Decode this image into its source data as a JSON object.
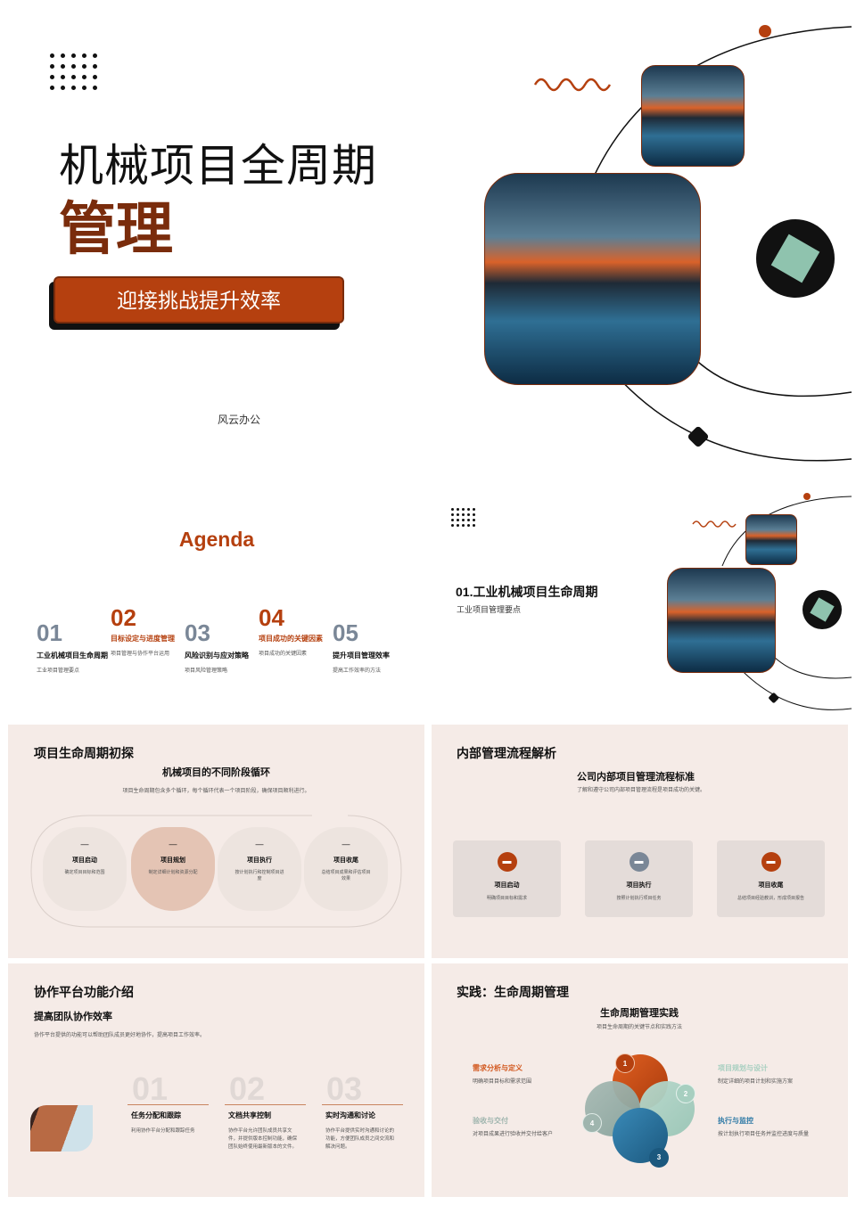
{
  "cover": {
    "title_line1": "机械项目全周期",
    "title_line2": "管理",
    "button": "迎接挑战提升效率",
    "author": "风云办公"
  },
  "agenda": {
    "title": "Agenda",
    "items": [
      {
        "num": "01",
        "title": "工业机械项目生命周期",
        "sub": "工业项目管理要点"
      },
      {
        "num": "02",
        "title": "目标设定与进度管理",
        "sub": "项目管理与协作平台运用"
      },
      {
        "num": "03",
        "title": "风险识别与应对策略",
        "sub": "项目风险管理策略"
      },
      {
        "num": "04",
        "title": "项目成功的关键因素",
        "sub": "项目成功的关键因素"
      },
      {
        "num": "05",
        "title": "提升项目管理效率",
        "sub": "提高工作效率的方法"
      }
    ]
  },
  "section": {
    "title": "01.工业机械项目生命周期",
    "sub": "工业项目管理要点"
  },
  "lifecycle": {
    "title": "项目生命周期初探",
    "heading": "机械项目的不同阶段循环",
    "desc": "项目生命周期包含多个循环，每个循环代表一个项目阶段，确保项目顺利进行。",
    "stages": [
      {
        "title": "项目启动",
        "desc": "确定项目目标和范围"
      },
      {
        "title": "项目规划",
        "desc": "制定详细计划和资源分配"
      },
      {
        "title": "项目执行",
        "desc": "按计划执行和控制项目进度"
      },
      {
        "title": "项目收尾",
        "desc": "总结项目成果和评估项目效果"
      }
    ]
  },
  "process": {
    "title": "内部管理流程解析",
    "heading": "公司内部项目管理流程标准",
    "desc": "了解和遵守公司内部项目管理流程是项目成功的关键。",
    "cards": [
      {
        "title": "项目启动",
        "desc": "明确项目目标和需求",
        "color": "#b5400f"
      },
      {
        "title": "项目执行",
        "desc": "按照计划执行项目任务",
        "color": "#7a8797"
      },
      {
        "title": "项目收尾",
        "desc": "总结项目经验教训，形成项目报告",
        "color": "#b5400f"
      }
    ]
  },
  "collab": {
    "title": "协作平台功能介绍",
    "heading": "提高团队协作效率",
    "desc": "协作平台提供的功能可以帮助团队成员更好地协作，提高项目工作效率。",
    "items": [
      {
        "num": "01",
        "title": "任务分配和跟踪",
        "desc": "利用协作平台分配和跟踪任务"
      },
      {
        "num": "02",
        "title": "文档共享控制",
        "desc": "协作平台允许团队成员共享文件，并提供版本控制功能，确保团队始终使用最新版本的文件。"
      },
      {
        "num": "03",
        "title": "实时沟通和讨论",
        "desc": "协作平台提供实时沟通和讨论的功能，方便团队成员之间交流和解决问题。"
      }
    ]
  },
  "practice": {
    "title": "实践：生命周期管理",
    "heading": "生命周期管理实践",
    "desc": "项目生命周期的关键节点和实践方法",
    "items": [
      {
        "num": "1",
        "title": "需求分析与定义",
        "desc": "明确项目目标和需求范围",
        "color": "#d2561c"
      },
      {
        "num": "2",
        "title": "项目规划与设计",
        "desc": "制定详细的项目计划和实施方案",
        "color": "#a7cfc0"
      },
      {
        "num": "3",
        "title": "执行与监控",
        "desc": "按计划执行项目任务并监控进度与质量",
        "color": "#2f7aa6"
      },
      {
        "num": "4",
        "title": "验收与交付",
        "desc": "对项目成果进行验收并交付给客户",
        "color": "#9fb5ae"
      }
    ]
  }
}
